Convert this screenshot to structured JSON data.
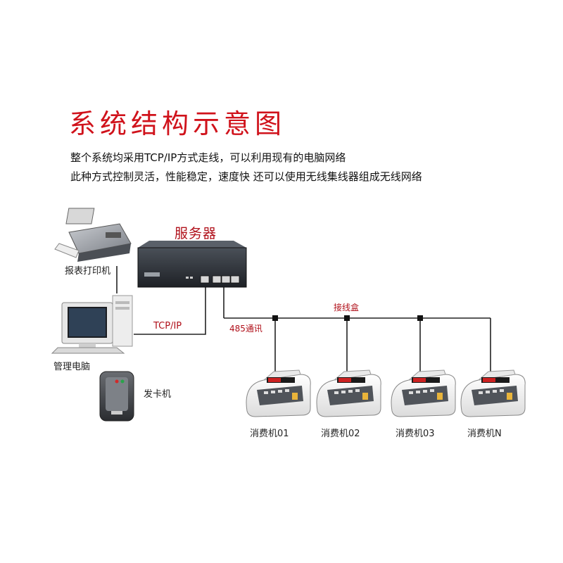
{
  "title": "系统结构示意图",
  "description": [
    "整个系统均采用TCP/IP方式走线，可以利用现有的电脑网络",
    "此种方式控制灵活，性能稳定，速度快 还可以使用无线集线器组成无线网络"
  ],
  "labels": {
    "server": "服务器",
    "printer": "报表打印机",
    "computer": "管理电脑",
    "card_issuer": "发卡机",
    "tcpip": "TCP/IP",
    "comm485": "485通讯",
    "junction_box": "接线盒"
  },
  "terminals": [
    "消费机01",
    "消费机02",
    "消费机03",
    "消费机N"
  ],
  "colors": {
    "accent": "#d0121b",
    "label_red": "#b0101a",
    "line": "#222222"
  }
}
